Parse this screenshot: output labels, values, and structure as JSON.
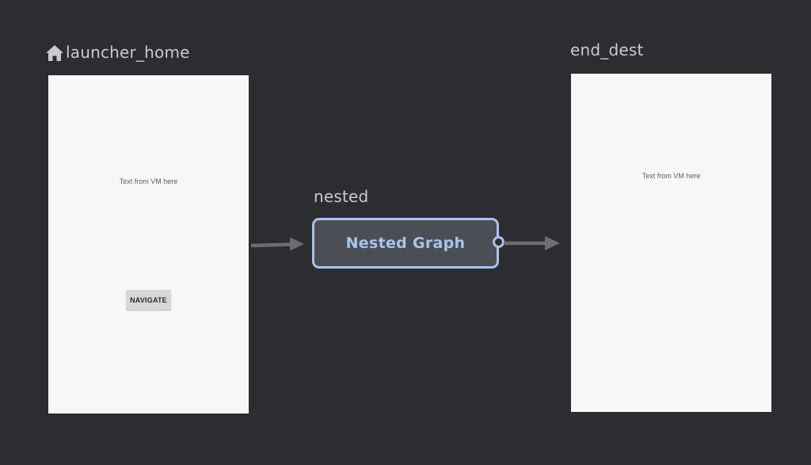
{
  "destinations": {
    "launcher_home": {
      "title": "launcher_home",
      "is_start_destination": true,
      "icon": "home-icon",
      "vm_text": "Text from VM here",
      "navigate_button_label": "NAVIGATE"
    },
    "nested": {
      "title": "nested",
      "node_label": "Nested Graph"
    },
    "end_dest": {
      "title": "end_dest",
      "vm_text": "Text from VM here"
    }
  },
  "colors": {
    "canvas_background": "#2c2d30",
    "title_text": "#c9cacc",
    "screen_background": "#f7f7f7",
    "nested_node_fill": "#4b4f55",
    "nested_node_accent": "#a7c5ec",
    "action_arrow": "#6b6d70"
  }
}
